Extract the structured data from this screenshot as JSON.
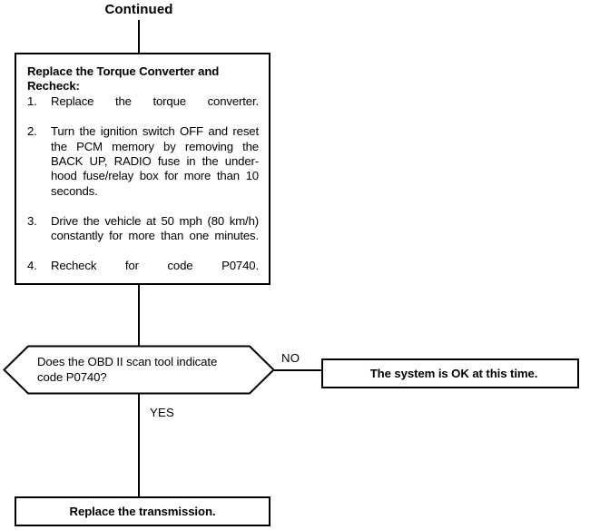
{
  "diagram": {
    "title_label": "Continued",
    "action_box": {
      "heading": "Replace the Torque Converter and Recheck:",
      "steps": [
        {
          "number": "1.",
          "text": "Replace the torque converter."
        },
        {
          "number": "2.",
          "text": "Turn the ignition switch OFF and reset the PCM memory by removing the BACK UP, RADIO fuse in the under-hood fuse/relay box for more than 10 seconds."
        },
        {
          "number": "3.",
          "text": "Drive the vehicle at 50 mph (80 km/h) constantly for more than one minutes."
        },
        {
          "number": "4.",
          "text": "Recheck for code P0740."
        }
      ]
    },
    "decision": {
      "question": "Does the OBD II scan tool indicate code P0740?",
      "branch_no": "NO",
      "branch_yes": "YES"
    },
    "outcome_no": "The system is OK at this time.",
    "outcome_yes": "Replace the transmission.",
    "colors": {
      "line": "#000000",
      "text": "#000000",
      "background": "#ffffff"
    }
  }
}
